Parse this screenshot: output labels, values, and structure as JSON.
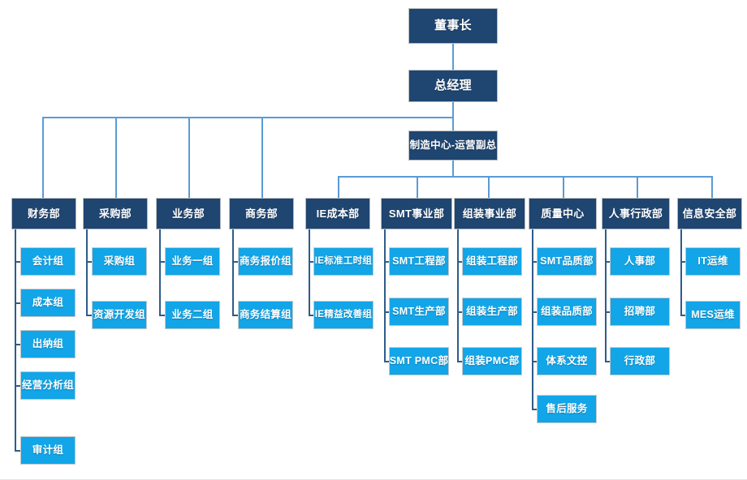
{
  "colors": {
    "exec_fill": "#1F4571",
    "dept_fill": "#1F4571",
    "sub_fill": "#12A5E8",
    "connector": "#5B9BD5",
    "connector_dark": "#2E5C8A",
    "background": "#FFFFFF"
  },
  "org": {
    "chairman": {
      "label": "董事长"
    },
    "general_manager": {
      "label": "总经理"
    },
    "vp_manufacturing": {
      "label": "制造中心-运营副总"
    },
    "departments_under_gm": [
      {
        "label": "财务部",
        "children": [
          {
            "label": "会计组"
          },
          {
            "label": "成本组"
          },
          {
            "label": "出纳组"
          },
          {
            "label": "经营分析组"
          },
          {
            "label": "审计组"
          }
        ]
      },
      {
        "label": "采购部",
        "children": [
          {
            "label": "采购组"
          },
          {
            "label": "资源开发组"
          }
        ]
      },
      {
        "label": "业务部",
        "children": [
          {
            "label": "业务一组"
          },
          {
            "label": "业务二组"
          }
        ]
      },
      {
        "label": "商务部",
        "children": [
          {
            "label": "商务报价组"
          },
          {
            "label": "商务结算组"
          }
        ]
      }
    ],
    "departments_under_vp": [
      {
        "label": "IE成本部",
        "children": [
          {
            "label": "IE标准工时组"
          },
          {
            "label": "IE精益改善组"
          }
        ]
      },
      {
        "label": "SMT事业部",
        "children": [
          {
            "label": "SMT工程部"
          },
          {
            "label": "SMT生产部"
          },
          {
            "label": "SMT PMC部"
          }
        ]
      },
      {
        "label": "组装事业部",
        "children": [
          {
            "label": "组装工程部"
          },
          {
            "label": "组装生产部"
          },
          {
            "label": "组装PMC部"
          }
        ]
      },
      {
        "label": "质量中心",
        "children": [
          {
            "label": "SMT品质部"
          },
          {
            "label": "组装品质部"
          },
          {
            "label": "体系文控"
          },
          {
            "label": "售后服务"
          }
        ]
      },
      {
        "label": "人事行政部",
        "children": [
          {
            "label": "人事部"
          },
          {
            "label": "招聘部"
          },
          {
            "label": "行政部"
          }
        ]
      },
      {
        "label": "信息安全部",
        "children": [
          {
            "label": "IT运维"
          },
          {
            "label": "MES运维"
          }
        ]
      }
    ]
  }
}
